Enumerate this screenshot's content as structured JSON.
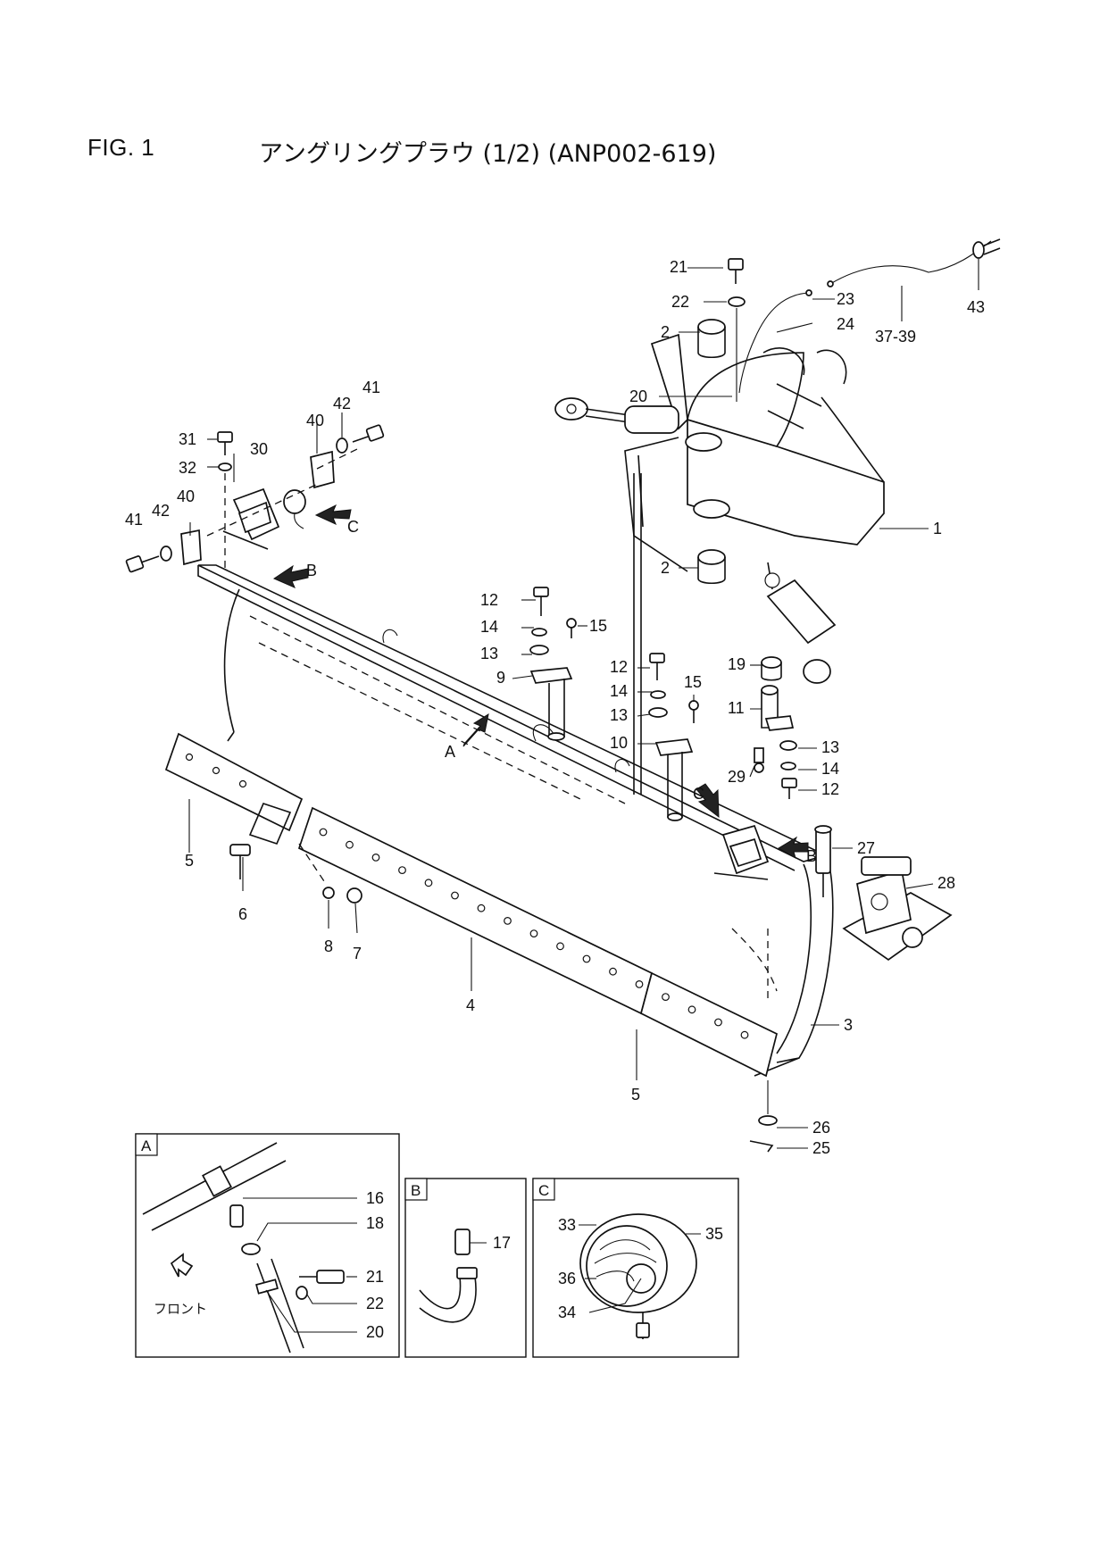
{
  "header": {
    "figure_label": "FIG. 1",
    "title": "アングリングプラウ (1/2) (ANP002-619)"
  },
  "callouts": {
    "p1": "1",
    "p2a": "2",
    "p2b": "2",
    "p3": "3",
    "p4": "4",
    "p5a": "5",
    "p5b": "5",
    "p6": "6",
    "p7": "7",
    "p8": "8",
    "p9": "9",
    "p10": "10",
    "p11": "11",
    "p12a": "12",
    "p12b": "12",
    "p12c": "12",
    "p13a": "13",
    "p13b": "13",
    "p13c": "13",
    "p14a": "14",
    "p14b": "14",
    "p14c": "14",
    "p15a": "15",
    "p15b": "15",
    "p19": "19",
    "p20": "20",
    "p21": "21",
    "p22": "22",
    "p23": "23",
    "p24": "24",
    "p25": "25",
    "p26": "26",
    "p27": "27",
    "p28": "28",
    "p29": "29",
    "p30": "30",
    "p31": "31",
    "p32": "32",
    "p40a": "40",
    "p40b": "40",
    "p41a": "41",
    "p41b": "41",
    "p42a": "42",
    "p42b": "42",
    "p43": "43",
    "p37_39": "37-39"
  },
  "view_markers": {
    "a": "A",
    "b1": "B",
    "b2": "B",
    "c1": "C",
    "c2": "C"
  },
  "insets": {
    "a": {
      "letter": "A",
      "front_label": "フロント",
      "callouts": {
        "p16": "16",
        "p18": "18",
        "p21": "21",
        "p22": "22",
        "p20": "20"
      }
    },
    "b": {
      "letter": "B",
      "callouts": {
        "p17": "17"
      }
    },
    "c": {
      "letter": "C",
      "callouts": {
        "p33": "33",
        "p35": "35",
        "p36": "36",
        "p34": "34"
      }
    }
  }
}
